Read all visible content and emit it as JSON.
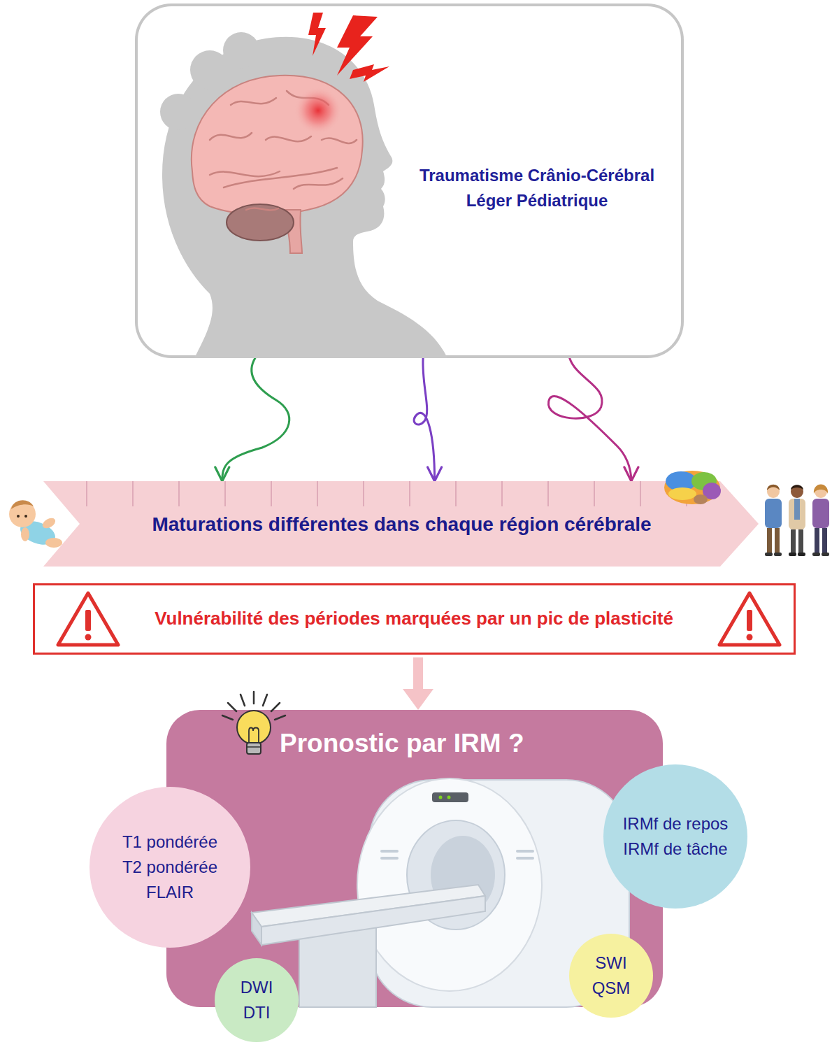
{
  "diagram": {
    "nodes": [
      {
        "text": [
          "Traumatisme Crânio-Cérébral Léger Pédiatrique"
        ]
      },
      {
        "text": [
          "Maturations différentes dans chaque région cérébrale"
        ]
      },
      {
        "text": [
          "Vulnérabilité des périodes marquées par un pic de plasticité"
        ]
      },
      {
        "text": [
          "Pronostic par IRM ?"
        ]
      },
      {
        "text": [
          "T1 pondérée T2 pondérée FLAIR"
        ],
        "in": 3
      },
      {
        "text": [
          "IRMf de repos IRMf de tâche"
        ],
        "in": 3
      },
      {
        "text": [
          "DWI DTI"
        ],
        "in": 3
      },
      {
        "text": [
          "SWI QSM"
        ],
        "in": 3
      }
    ],
    "edges": [
      {
        "from": 0,
        "to": 1,
        "arrow": "to"
      },
      {
        "from": 0,
        "to": 1,
        "arrow": "to"
      },
      {
        "from": 0,
        "to": 1,
        "arrow": "to"
      },
      {
        "from": 2,
        "to": 3,
        "arrow": "to"
      }
    ]
  }
}
